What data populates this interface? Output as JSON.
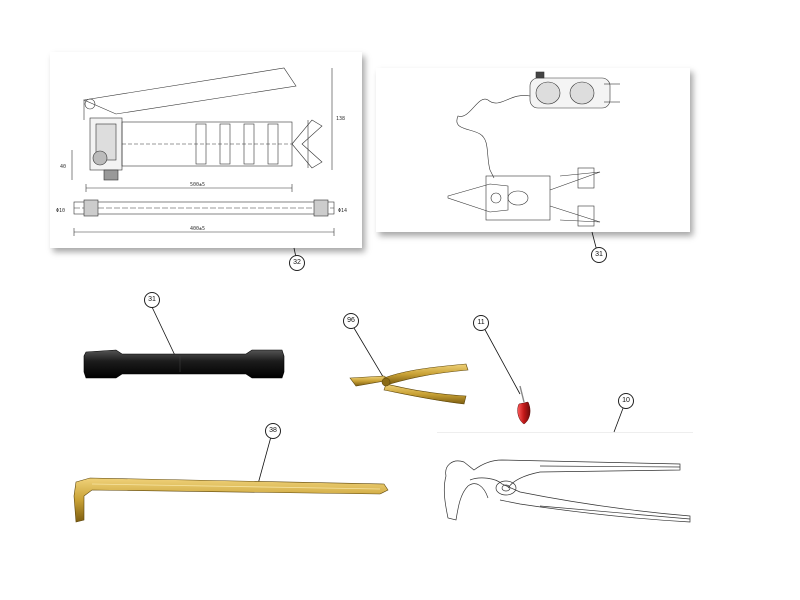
{
  "callouts": {
    "grease_gun": "32",
    "cable_cutter": "31",
    "socket_wrench": "31",
    "long_nose_pliers": "96",
    "screwdriver": "11",
    "pry_bar": "38",
    "water_pump_pliers": "10"
  },
  "dimensions": {
    "grease_gun_length": "500±5",
    "extension_length": "400±5",
    "height_right": "138",
    "height_left": "40",
    "dia_left": "Φ10",
    "dia_right": "Φ14"
  },
  "colors": {
    "brass": "#c9a236",
    "brass_dark": "#8a6a14",
    "black_tool": "#1c1c1c",
    "red_handle": "#c21818"
  }
}
